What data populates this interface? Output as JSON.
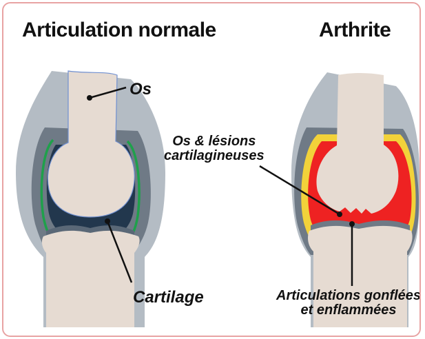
{
  "titles": {
    "normal": "Articulation normale",
    "arthritis": "Arthrite"
  },
  "labels": {
    "bone": "Os",
    "cartilage": "Cartilage",
    "lesion_line1": "Os & lésions",
    "lesion_line2": "cartilagineuses",
    "swollen_line1": "Articulations gonflées",
    "swollen_line2": "et enflammées"
  },
  "colors": {
    "frame": "#e8a3a3",
    "bone": "#e6dbd2",
    "capsule": "#9aa3ad",
    "dark_capsule": "#6f7a86",
    "cartilage_normal": "#22374d",
    "synovium_normal": "#1fa04b",
    "inflammation": "#ee2222",
    "synovium_inflamed": "#f2d23a"
  }
}
